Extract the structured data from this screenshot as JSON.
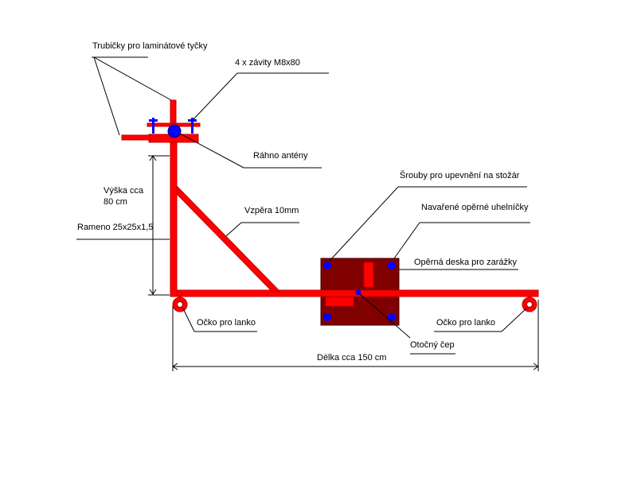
{
  "labels": {
    "tubes": "Trubičky pro laminátové tyčky",
    "threads": "4 x závity M8x80",
    "boom": "Ráhno antény",
    "height": "Výška cca",
    "height_value": "80 cm",
    "arm": "Rameno 25x25x1,5",
    "strut": "Vzpěra 10mm",
    "screws": "Šrouby pro upevnění na stožár",
    "angles": "Navařené opěrné uhelníčky",
    "plate": "Opěrná deska pro zarážky",
    "pivot": "Otočný čep",
    "eye_left": "Očko pro lanko",
    "eye_right": "Očko pro lanko",
    "length": "Délka cca 150 cm"
  },
  "colors": {
    "frame": "#ff0000",
    "frame_outline": "#c00000",
    "plate": "#800000",
    "bolt": "#0000ff",
    "line": "#000000"
  }
}
